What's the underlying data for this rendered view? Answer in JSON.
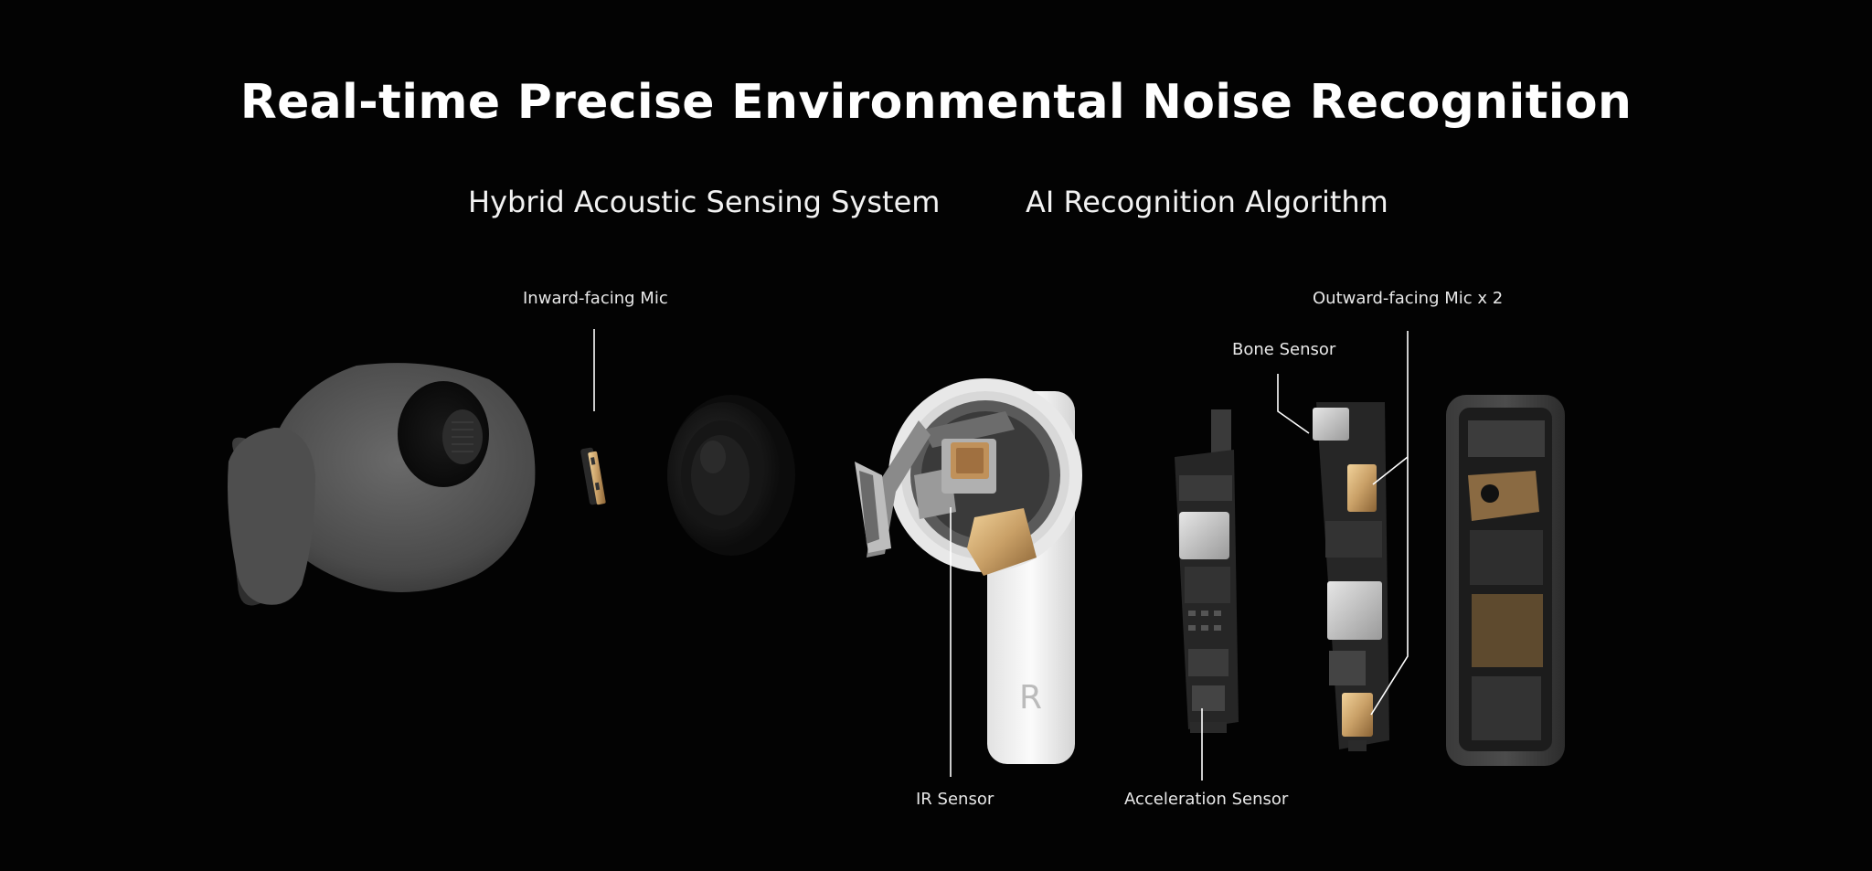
{
  "title": "Real-time Precise Environmental Noise Recognition",
  "subtitles": {
    "left": "Hybrid Acoustic Sensing System",
    "right": "AI Recognition Algorithm"
  },
  "labels": {
    "inward_mic": "Inward-facing Mic",
    "outward_mic": "Outward-facing Mic x 2",
    "bone_sensor": "Bone Sensor",
    "ir_sensor": "IR Sensor",
    "acceleration_sensor": "Acceleration Sensor"
  },
  "earbud_stem_letter": "R",
  "colors": {
    "background": "#030303",
    "text": "#ffffff",
    "silicone_tip": "#5a5a5a",
    "earbud_shell": "#f4f4f4",
    "gold_component": "#c9a067",
    "pcb": "#2a2a2a"
  }
}
